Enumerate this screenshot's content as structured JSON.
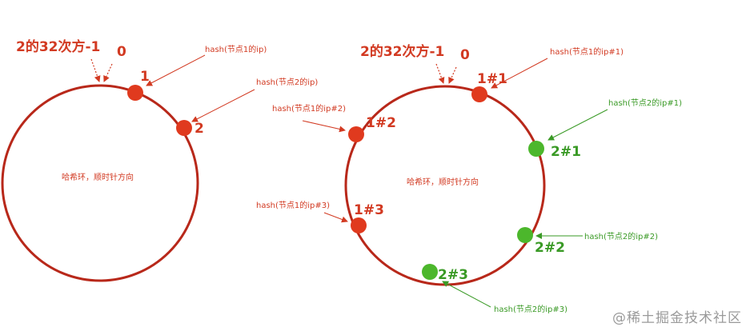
{
  "colors": {
    "ring": "#b8281a",
    "red_node": "#e03a1e",
    "green_node": "#4cb72c",
    "red_text": "#d23a22",
    "green_text": "#3a9a26",
    "watermark": "#9a9a9a"
  },
  "left": {
    "max_label": "2的32次方-1",
    "zero_label": "0",
    "center_label": "哈希环，顺时针方向",
    "nodes": [
      {
        "label": "1",
        "annotation": "hash(节点1的ip)"
      },
      {
        "label": "2",
        "annotation": "hash(节点2的ip)"
      }
    ]
  },
  "right": {
    "max_label": "2的32次方-1",
    "zero_label": "0",
    "center_label": "哈希环，顺时针方向",
    "nodes": [
      {
        "label": "1#1",
        "annotation": "hash(节点1的ip#1)",
        "color": "red"
      },
      {
        "label": "1#2",
        "annotation": "hash(节点1的ip#2)",
        "color": "red"
      },
      {
        "label": "1#3",
        "annotation": "hash(节点1的ip#3)",
        "color": "red"
      },
      {
        "label": "2#1",
        "annotation": "hash(节点2的ip#1)",
        "color": "green"
      },
      {
        "label": "2#2",
        "annotation": "hash(节点2的ip#2)",
        "color": "green"
      },
      {
        "label": "2#3",
        "annotation": "hash(节点2的ip#3)",
        "color": "green"
      }
    ]
  },
  "watermark": "@稀土掘金技术社区"
}
